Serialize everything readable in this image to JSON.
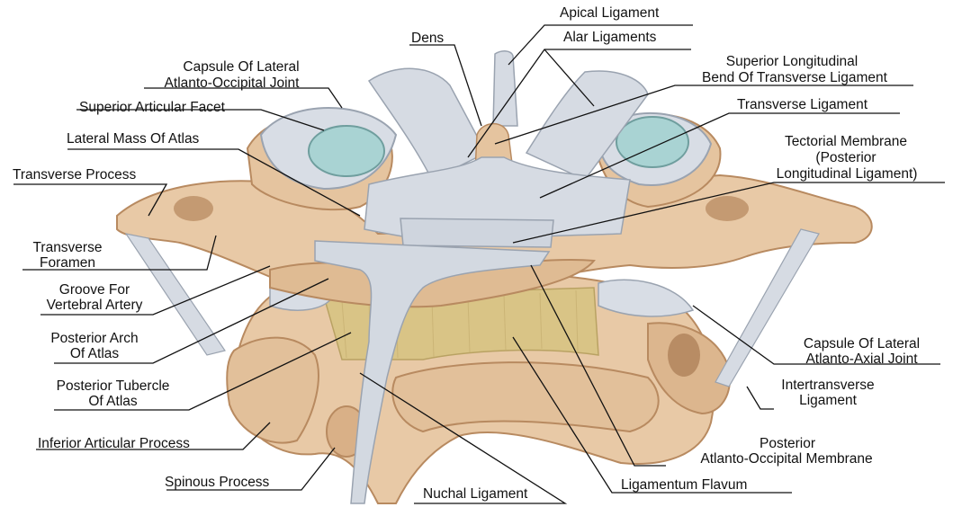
{
  "labels": {
    "apical_ligament": "Apical Ligament",
    "dens": "Dens",
    "alar_ligaments": "Alar Ligaments",
    "capsule_ao_1": "Capsule Of Lateral",
    "capsule_ao_2": "Atlanto-Occipital Joint",
    "sup_long_1": "Superior Longitudinal",
    "sup_long_2": "Bend Of Transverse Ligament",
    "superior_articular_facet": "Superior Articular Facet",
    "transverse_ligament": "Transverse Ligament",
    "lateral_mass": "Lateral Mass Of Atlas",
    "tectorial_1": "Tectorial Membrane",
    "tectorial_2": "(Posterior",
    "tectorial_3": "Longitudinal Ligament)",
    "transverse_process": "Transverse Process",
    "transverse_foramen_1": "Transverse",
    "transverse_foramen_2": "Foramen",
    "groove_1": "Groove For",
    "groove_2": "Vertebral Artery",
    "post_arch_1": "Posterior Arch",
    "post_arch_2": "Of Atlas",
    "capsule_aa_1": "Capsule Of Lateral",
    "capsule_aa_2": "Atlanto-Axial Joint",
    "post_tubercle_1": "Posterior Tubercle",
    "post_tubercle_2": "Of Atlas",
    "intertransverse_1": "Intertransverse",
    "intertransverse_2": "Ligament",
    "inferior_articular": "Inferior Articular Process",
    "post_ao_membrane_1": "Posterior",
    "post_ao_membrane_2": "Atlanto-Occipital Membrane",
    "spinous_process": "Spinous Process",
    "ligamentum_flavum": "Ligamentum Flavum",
    "nuchal_ligament": "Nuchal Ligament"
  },
  "colors": {
    "bone": "#e8c9a6",
    "bone_dark": "#c69a70",
    "ligament": "#d6dbe3",
    "ligament_dark": "#a9b1bd",
    "cartilage": "#a9d3d3",
    "flavum": "#d9c486",
    "leader": "#111111"
  }
}
